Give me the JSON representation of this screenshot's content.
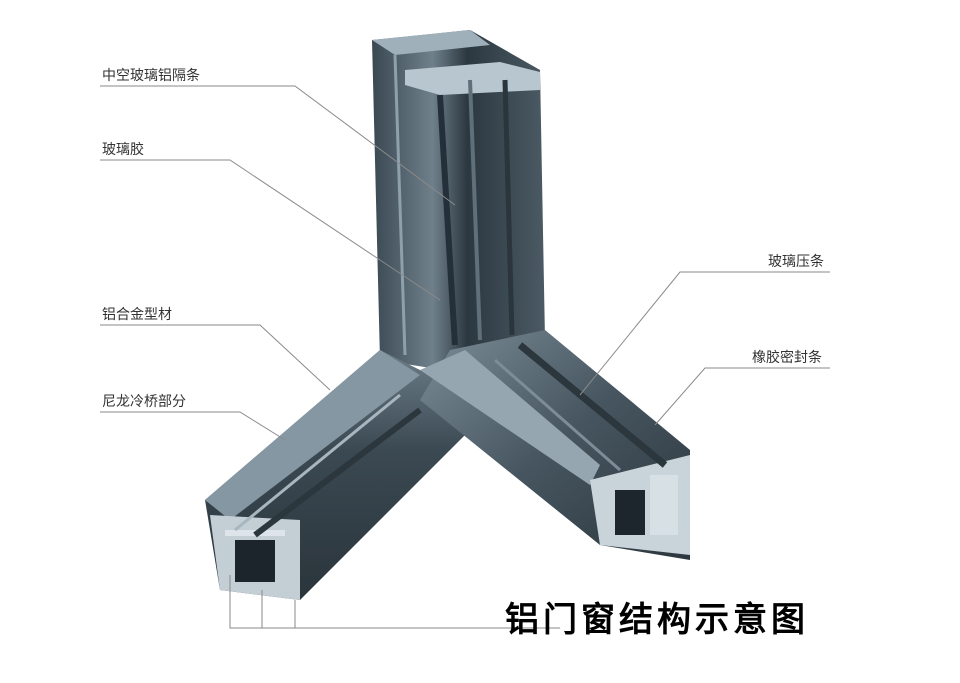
{
  "title": "铝门窗结构示意图",
  "labels": {
    "hollow_glass_spacer": "中空玻璃铝隔条",
    "glass_glue": "玻璃胶",
    "aluminum_profile": "铝合金型材",
    "nylon_thermal_break": "尼龙冷桥部分",
    "glass_bead": "玻璃压条",
    "rubber_seal": "橡胶密封条"
  },
  "colors": {
    "profile_dark": "#2f3b44",
    "profile_mid": "#53636e",
    "profile_light": "#8fa0ab",
    "leader_line": "#8a8a8a"
  }
}
